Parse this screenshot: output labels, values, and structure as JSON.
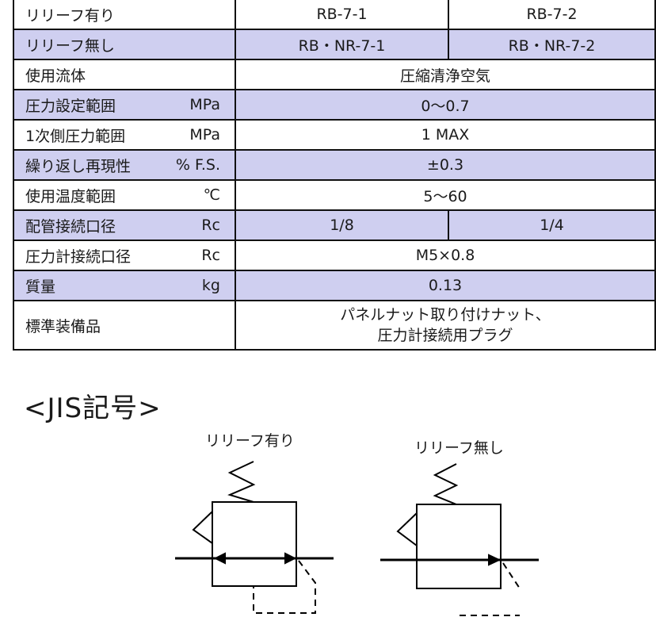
{
  "spec_table": {
    "rows": [
      {
        "label": "リリーフ有り",
        "unit": "",
        "values": [
          "RB-7-1",
          "RB-7-2"
        ],
        "shaded": false
      },
      {
        "label": "リリーフ無し",
        "unit": "",
        "values": [
          "RB・NR-7-1",
          "RB・NR-7-2"
        ],
        "shaded": true
      },
      {
        "label": "使用流体",
        "unit": "",
        "values": [
          "圧縮清浄空気"
        ],
        "shaded": false
      },
      {
        "label": "圧力設定範囲",
        "unit": "MPa",
        "values": [
          "0～0.7"
        ],
        "shaded": true
      },
      {
        "label": "1次側圧力範囲",
        "unit": "MPa",
        "values": [
          "1 MAX"
        ],
        "shaded": false
      },
      {
        "label": "繰り返し再現性",
        "unit": "% F.S.",
        "values": [
          "±0.3"
        ],
        "shaded": true
      },
      {
        "label": "使用温度範囲",
        "unit": "℃",
        "values": [
          "5～60"
        ],
        "shaded": false
      },
      {
        "label": "配管接続口径",
        "unit": "Rc",
        "values": [
          "1/8",
          "1/4"
        ],
        "shaded": true
      },
      {
        "label": "圧力計接続口径",
        "unit": "Rc",
        "values": [
          "M5×0.8"
        ],
        "shaded": false
      },
      {
        "label": "質量",
        "unit": "kg",
        "values": [
          "0.13"
        ],
        "shaded": true
      },
      {
        "label": "標準装備品",
        "unit": "",
        "values": [
          "パネルナット取り付けナット、",
          "圧力計接続用プラグ"
        ],
        "shaded": false
      }
    ]
  },
  "jis_section": {
    "title": "<JIS記号>",
    "diagrams": [
      {
        "caption": "リリーフ有り"
      },
      {
        "caption": "リリーフ無し"
      }
    ]
  },
  "colors": {
    "shade": "#cfcff0",
    "border": "#111111"
  }
}
